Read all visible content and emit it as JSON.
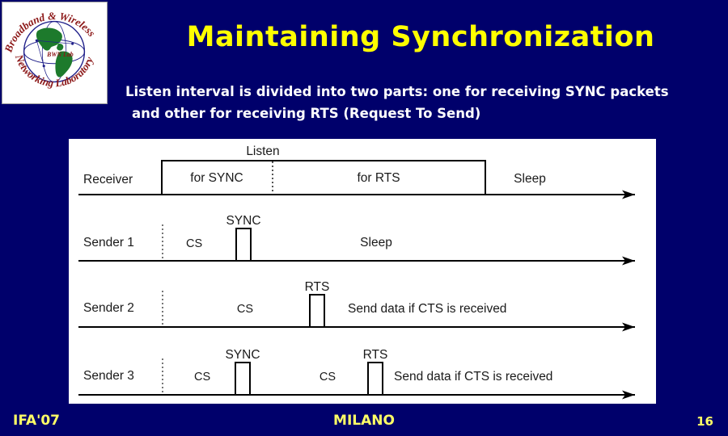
{
  "slide": {
    "background_color": "#00006b",
    "title": "Maintaining Synchronization",
    "title_color": "#ffff00",
    "body_line1": "Listen interval is divided into two parts: one for receiving SYNC packets",
    "body_line2": "and other for receiving RTS (Request To Send)",
    "body_color": "#ffffff"
  },
  "logo": {
    "top_arc_text": "Broadband & Wireless",
    "bottom_arc_text": "Networking Laboratory",
    "center_text": "BWN Lab",
    "alt": "Broadband & Wireless Networking Laboratory logo"
  },
  "diagram": {
    "panel_color": "#ffffff",
    "listen_label": "Listen",
    "rows": [
      {
        "name": "receiver",
        "label": "Receiver",
        "segments": [
          "for SYNC",
          "for RTS"
        ],
        "trailing_label": "Sleep"
      },
      {
        "name": "sender-1",
        "label": "Sender 1",
        "cs_labels": [
          "CS"
        ],
        "pulses": [
          "SYNC"
        ],
        "trailing_label": "Sleep"
      },
      {
        "name": "sender-2",
        "label": "Sender 2",
        "cs_labels": [
          "CS"
        ],
        "pulses": [
          "RTS"
        ],
        "trailing_label": "Send data if CTS is received"
      },
      {
        "name": "sender-3",
        "label": "Sender 3",
        "cs_labels": [
          "CS",
          "CS"
        ],
        "pulses": [
          "SYNC",
          "RTS"
        ],
        "trailing_label": "Send data if CTS is received"
      }
    ]
  },
  "footer": {
    "left": "IFA'07",
    "center": "MILANO",
    "page_number": "16",
    "color": "#ffff66"
  }
}
